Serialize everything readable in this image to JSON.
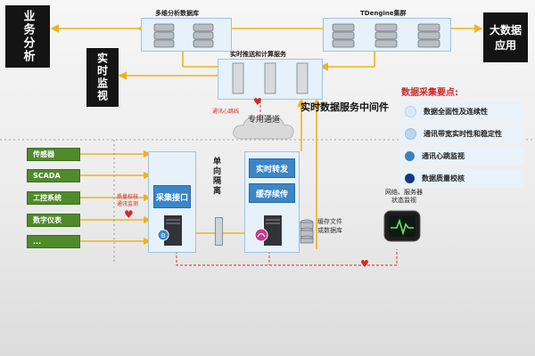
{
  "labels": {
    "business_analysis": "业务分析",
    "realtime_monitoring": "实时监视",
    "big_data_apps": "大数据应用",
    "multi_dim_db": "多维分析数据库",
    "tdengine_cluster": "TDengine集群",
    "realtime_push_compute": "实时推送和计算服务",
    "heartbeat_comm": "通讯心跳线",
    "realtime_middleware": "实时数据服务中间件",
    "dedicated_channel": "专用通道",
    "one_way_isolation": "单向隔离",
    "quality_check": "质量校核\n通讯监测",
    "collect_interface": "采集接口",
    "realtime_forward": "实时转发",
    "cache_resend": "缓存续传",
    "cache_file_db": "缓存文件\n或数据库",
    "net_server_status": "网络、服务器\n状态监视"
  },
  "sources": [
    "传感器",
    "SCADA",
    "工控系统",
    "数字仪表",
    "..."
  ],
  "legend": {
    "title": "数据采集要点:",
    "items": [
      {
        "text": "数据全面性及连续性",
        "color": "#dbe9f6"
      },
      {
        "text": "通讯带宽实时性和稳定性",
        "color": "#bcd5ee"
      },
      {
        "text": "通讯心跳监视",
        "color": "#3f7fc1"
      },
      {
        "text": "数据质量校核",
        "color": "#0d3a86"
      }
    ]
  },
  "colors": {
    "arrow": "#f2b21a",
    "heartbeat": "#d22a2a",
    "green": "#4f8a2b",
    "blue": "#3a86c8"
  }
}
